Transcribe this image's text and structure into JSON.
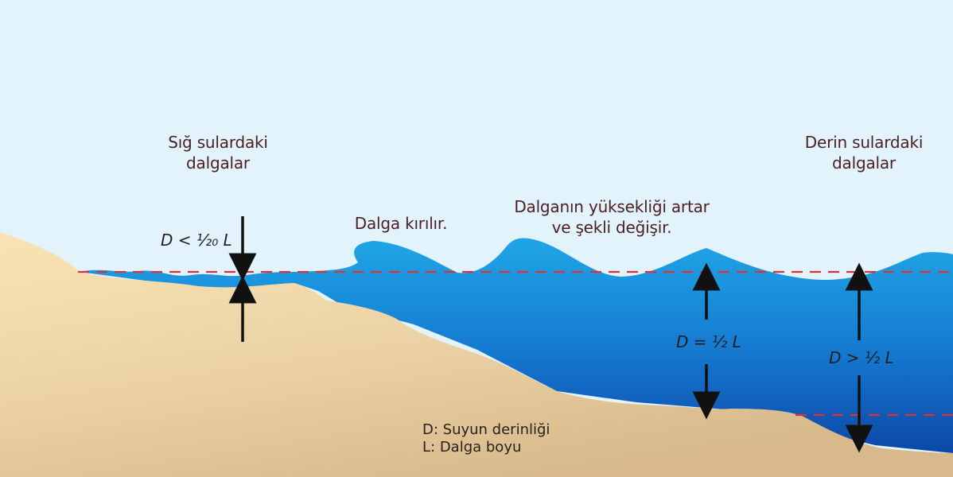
{
  "labels": {
    "shallow_line1": "Sığ sulardaki",
    "shallow_line2": "dalgalar",
    "deep_line1": "Derin sulardaki",
    "deep_line2": "dalgalar",
    "breaks": "Dalga kırılır.",
    "height_line1": "Dalganın yüksekliği artar",
    "height_line2": "ve şekli değişir."
  },
  "formulas": {
    "shallow": "D < ¹⁄₂₀ L",
    "mid": "D = ½ L",
    "deep": "D > ½ L"
  },
  "legend": {
    "d": "D: Suyun derinliği",
    "l": "L:  Dalga boyu"
  },
  "colors": {
    "sky": "#e3f3fc",
    "water_top": "#1fa6e6",
    "water_bottom": "#0c47a6",
    "sand_top": "#f9e3b5",
    "sand_bottom": "#d7b98b",
    "dash": "#d9323b",
    "label": "#4a1f24"
  }
}
